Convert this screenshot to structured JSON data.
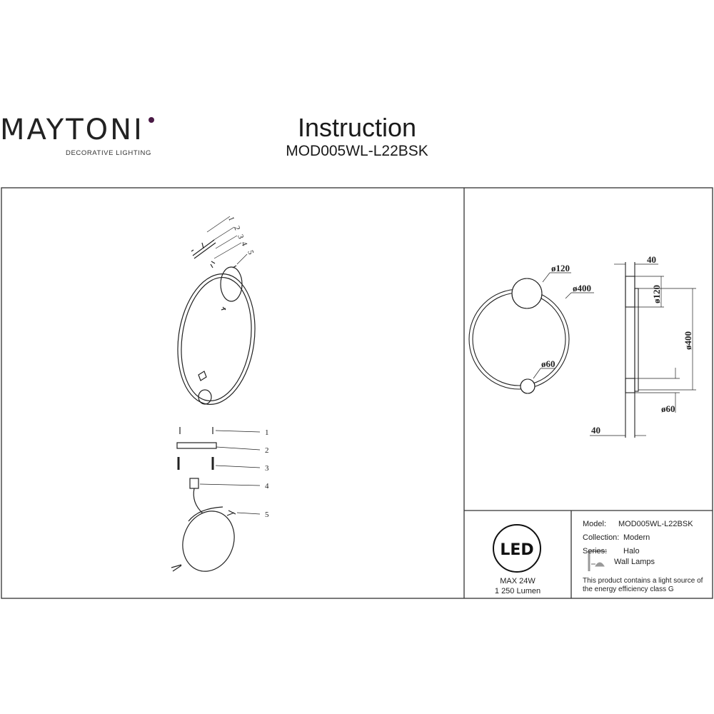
{
  "brand": {
    "name": "MAYTONI",
    "tagline": "DECORATIVE LIGHTING",
    "accent_color": "#4a1a45"
  },
  "header": {
    "title": "Instruction",
    "model": "MOD005WL-L22BSK"
  },
  "assembly": {
    "top_callouts": [
      "1",
      "2",
      "3",
      "4",
      "5"
    ],
    "bottom_callouts": [
      "1",
      "2",
      "3",
      "4",
      "5"
    ]
  },
  "dimensions": {
    "front": [
      "ø120",
      "ø400",
      "ø60"
    ],
    "side": [
      "40",
      "ø120",
      "ø400",
      "ø60",
      "40"
    ]
  },
  "spec": {
    "led_badge": "LED",
    "power": "MAX 24W",
    "lumen": "1 250 Lumen",
    "model_label": "Model:",
    "model_value": "MOD005WL-L22BSK",
    "collection_label": "Collection:",
    "collection_value": "Modern",
    "series_label": "Series:",
    "series_value": "Halo",
    "category": "Wall Lamps",
    "energy_note": "This product contains a light source of the energy efficiency class G"
  }
}
